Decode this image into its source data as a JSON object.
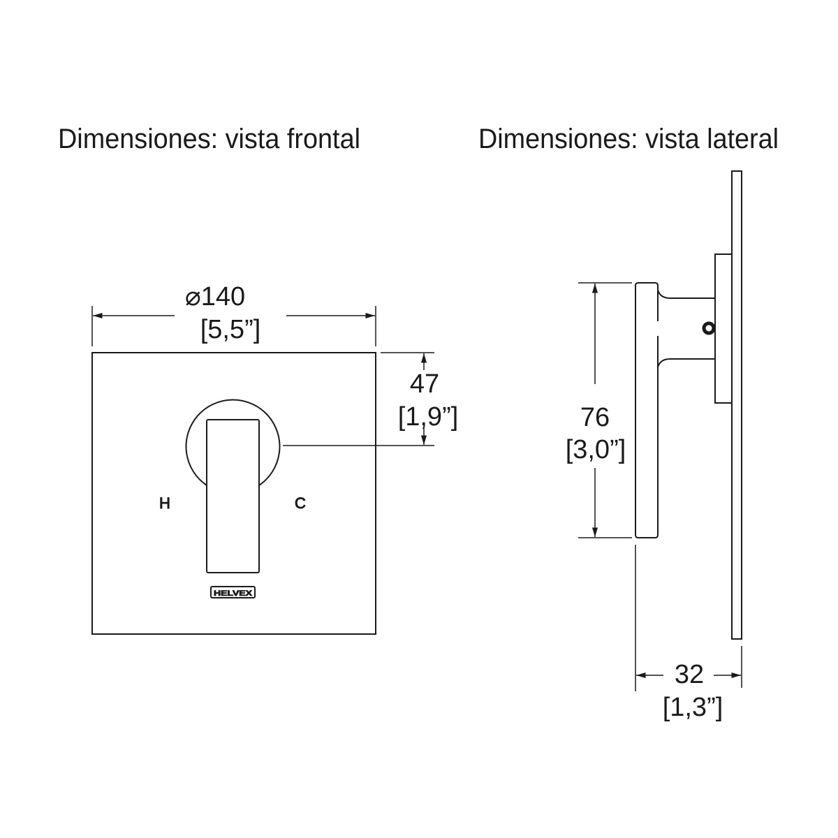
{
  "titles": {
    "front": "Dimensiones: vista frontal",
    "side": "Dimensiones: vista lateral"
  },
  "front_view": {
    "width_mm": "⌀140",
    "width_in": "[5,5”]",
    "offset_mm": "47",
    "offset_in": "[1,9”]",
    "hot_label": "H",
    "cold_label": "C",
    "brand_logo": "HELVEX"
  },
  "side_view": {
    "height_mm": "76",
    "height_in": "[3,0”]",
    "depth_mm": "32",
    "depth_in": "[1,3”]"
  }
}
